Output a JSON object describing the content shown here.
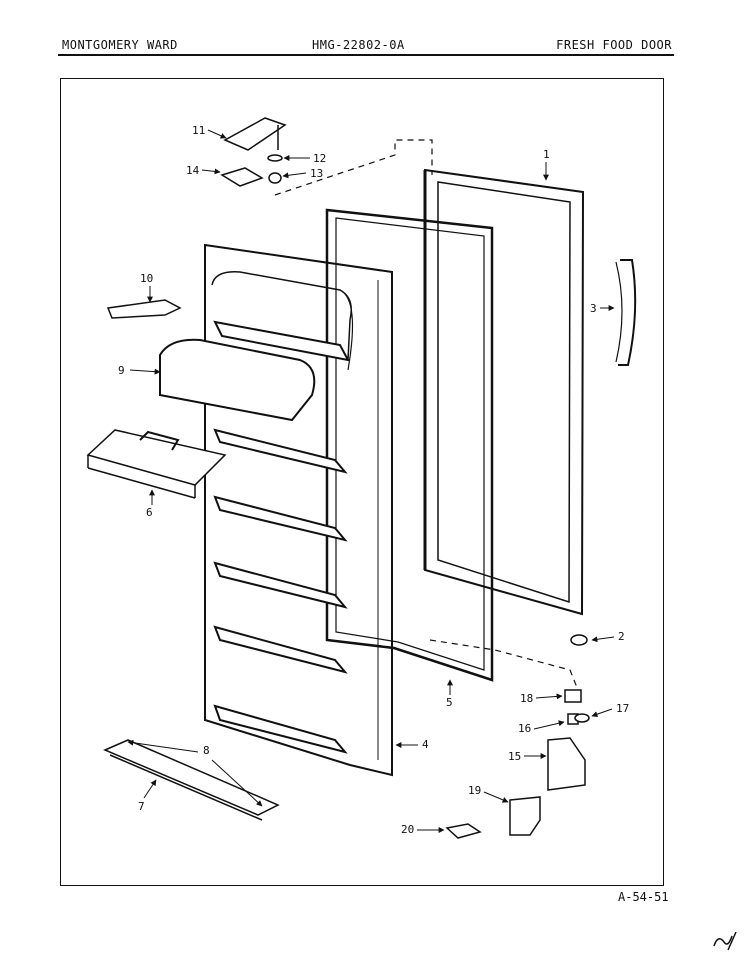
{
  "header": {
    "brand": "MONTGOMERY WARD",
    "model": "HMG-22802-0A",
    "section": "FRESH FOOD DOOR"
  },
  "footer": {
    "code": "A-54-51"
  },
  "parts": [
    {
      "num": "1",
      "kind": "outer-door-panel"
    },
    {
      "num": "2",
      "kind": "plug-button"
    },
    {
      "num": "3",
      "kind": "door-handle"
    },
    {
      "num": "4",
      "kind": "inner-door-liner"
    },
    {
      "num": "5",
      "kind": "door-gasket"
    },
    {
      "num": "6",
      "kind": "egg-tray"
    },
    {
      "num": "7",
      "kind": "shelf-bar"
    },
    {
      "num": "8",
      "kind": "shelf-bar-end-cap"
    },
    {
      "num": "9",
      "kind": "dairy-door"
    },
    {
      "num": "10",
      "kind": "dairy-door-hinge"
    },
    {
      "num": "11",
      "kind": "top-hinge"
    },
    {
      "num": "12",
      "kind": "washer"
    },
    {
      "num": "13",
      "kind": "hinge-bushing"
    },
    {
      "num": "14",
      "kind": "hinge-shim"
    },
    {
      "num": "15",
      "kind": "bottom-hinge-bracket"
    },
    {
      "num": "16",
      "kind": "hinge-pin"
    },
    {
      "num": "17",
      "kind": "washer"
    },
    {
      "num": "18",
      "kind": "door-stop"
    },
    {
      "num": "19",
      "kind": "hinge-mount-plate"
    },
    {
      "num": "20",
      "kind": "shim-plate"
    }
  ]
}
